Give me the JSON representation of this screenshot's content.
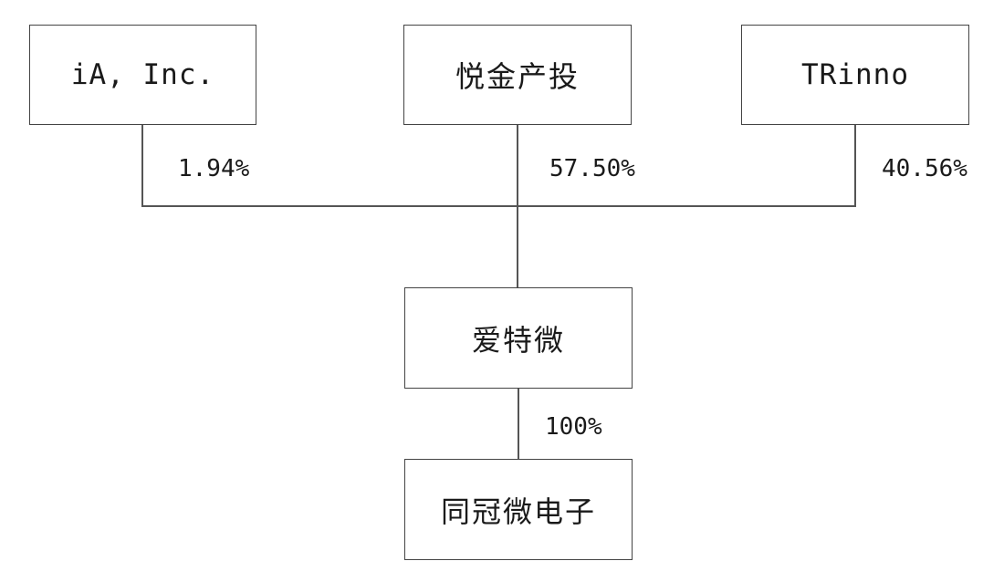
{
  "shareholders": [
    {
      "name": "iA, Inc.",
      "percent": "1.94%"
    },
    {
      "name": "悦金产投",
      "percent": "57.50%"
    },
    {
      "name": "TRinno",
      "percent": "40.56%"
    }
  ],
  "company": {
    "name": "爱特微"
  },
  "subsidiary": {
    "name": "同冠微电子",
    "percent": "100%"
  }
}
